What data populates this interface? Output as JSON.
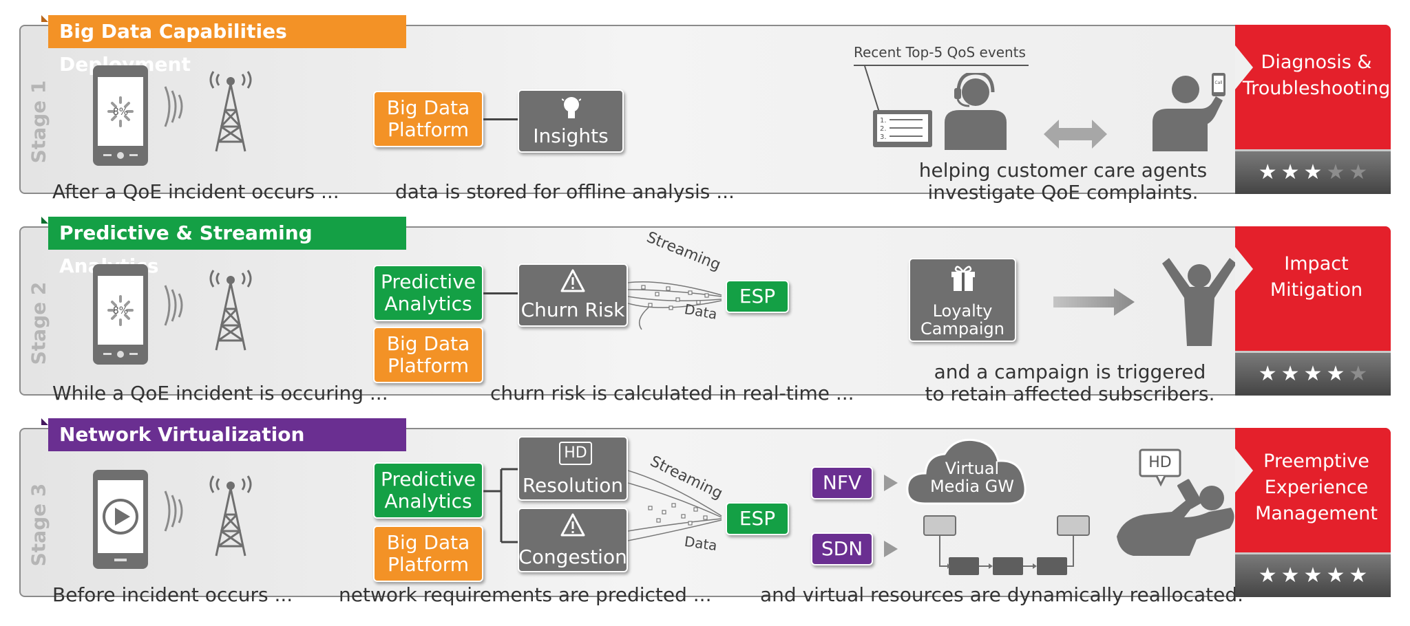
{
  "colors": {
    "orange": "#f39226",
    "green": "#14a045",
    "purple": "#6a2f91",
    "red": "#e4202b",
    "gray": "#6f6f6f"
  },
  "stages": [
    {
      "tab": "Big Data Capabilities Deployment",
      "label": "Stage 1",
      "phone_percent": "8%",
      "captions": [
        "After a QoE incident occurs ...",
        "data is stored for offline analysis ...",
        "helping customer care agents",
        "investigate QoE complaints."
      ],
      "boxes": {
        "big_data": [
          "Big Data",
          "Platform"
        ],
        "insights": "Insights"
      },
      "events_label": "Recent Top-5 QoS events",
      "list_items": [
        "1.",
        "2.",
        "3."
      ],
      "call_label": "Call",
      "outcome": [
        "Diagnosis &",
        "Troubleshooting"
      ],
      "stars": 3
    },
    {
      "tab": "Predictive & Streaming Analytics",
      "label": "Stage 2",
      "phone_percent": "8%",
      "captions": [
        "While a QoE incident is occuring ...",
        "churn risk is calculated in real-time ...",
        "and a campaign is triggered",
        "to retain affected subscribers."
      ],
      "boxes": {
        "predictive": [
          "Predictive",
          "Analytics"
        ],
        "big_data": [
          "Big Data",
          "Platform"
        ],
        "churn": "Churn Risk",
        "esp": "ESP",
        "loyalty": [
          "Loyalty",
          "Campaign"
        ]
      },
      "stream_top": "Streaming",
      "stream_bottom": "Data",
      "outcome": [
        "Impact",
        "Mitigation"
      ],
      "stars": 4
    },
    {
      "tab": "Network Virtualization",
      "label": "Stage 3",
      "captions": [
        "Before incident occurs ...",
        "network requirements are predicted ...",
        "and virtual resources are dynamically reallocated."
      ],
      "boxes": {
        "predictive": [
          "Predictive",
          "Analytics"
        ],
        "big_data": [
          "Big Data",
          "Platform"
        ],
        "hd": "HD",
        "resolution": "Resolution",
        "congestion": "Congestion",
        "esp": "ESP",
        "nfv": "NFV",
        "sdn": "SDN",
        "cloud": [
          "Virtual",
          "Media GW"
        ],
        "hd_bubble": "HD"
      },
      "stream_top": "Streaming",
      "stream_bottom": "Data",
      "outcome": [
        "Preemptive",
        "Experience",
        "Management"
      ],
      "stars": 5
    }
  ]
}
